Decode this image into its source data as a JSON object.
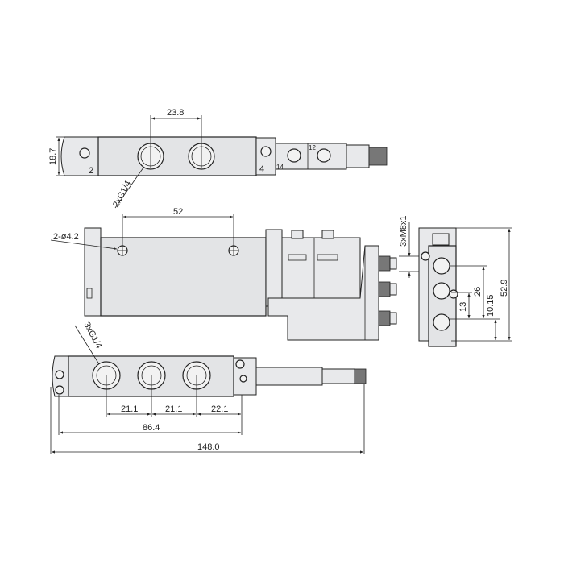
{
  "top_view": {
    "dim_port_pitch": "23.8",
    "dim_height": "18.7",
    "port_callout": "2xG1/4",
    "port_label_left": "2",
    "port_label_right": "4",
    "pilot_label_14": "14",
    "pilot_label_12": "12"
  },
  "side_view": {
    "dim_hole_pitch": "52",
    "hole_callout": "2-ø4.2"
  },
  "end_view": {
    "connector_callout": "3xM8x1",
    "dim_total_height": "52.9",
    "dim_26": "26",
    "dim_13": "13",
    "dim_10_15": "10.15"
  },
  "bottom_view": {
    "port_callout": "3xG1/4",
    "dim_pitch_1": "21.1",
    "dim_pitch_2": "21.1",
    "dim_pitch_3": "22.1",
    "dim_body": "86.4",
    "dim_overall": "148.0"
  }
}
